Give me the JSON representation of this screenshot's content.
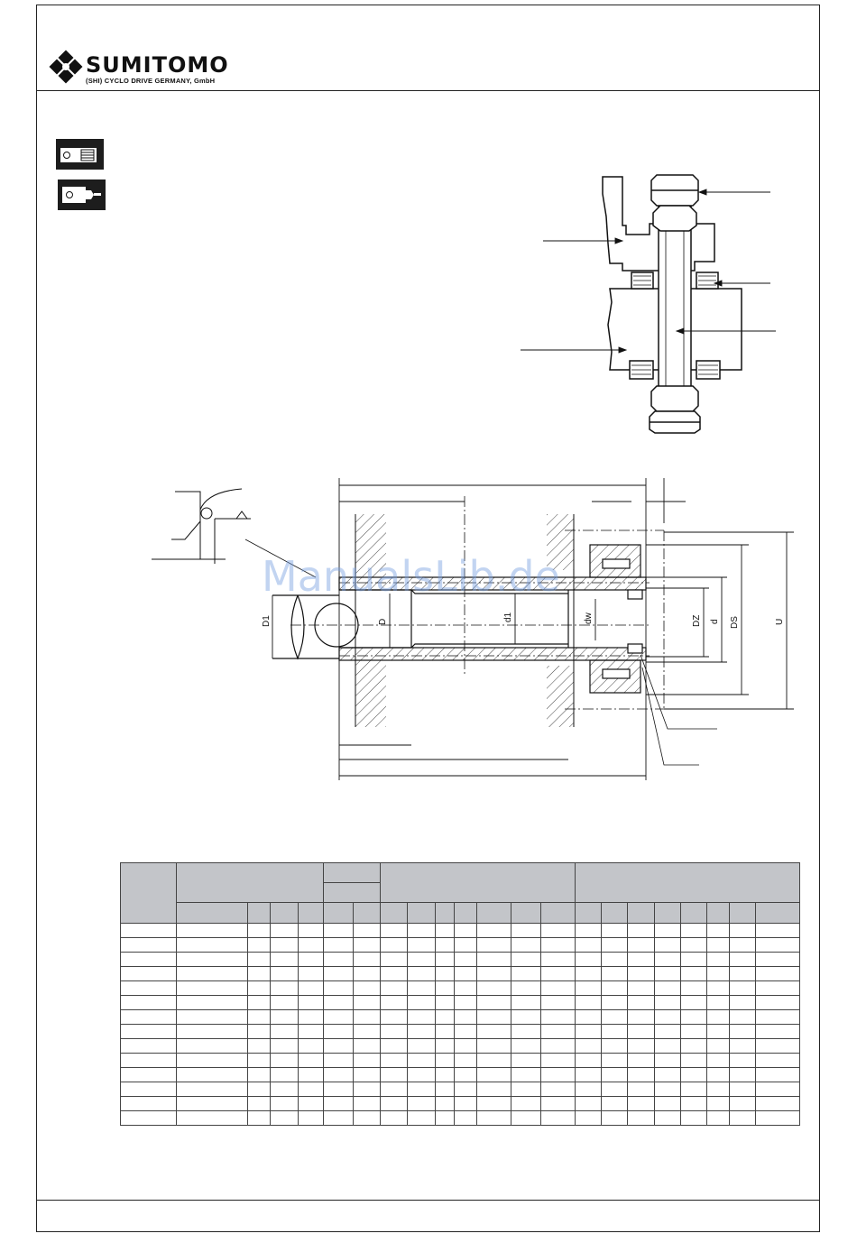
{
  "brand": {
    "name": "SUMITOMO",
    "subtitle": "(SHI) CYCLO DRIVE GERMANY, GmbH"
  },
  "watermark": "ManualsLib.de",
  "icons": [
    "torque-arm-view-icon",
    "shaft-mount-view-icon"
  ],
  "drawing": {
    "labels": {
      "D1": "D1",
      "D": "D",
      "d1": "d1",
      "dw": "dw",
      "DZ": "DZ",
      "d": "d",
      "DS": "DS",
      "U": "U"
    }
  },
  "table": {
    "body_rows": 14
  }
}
